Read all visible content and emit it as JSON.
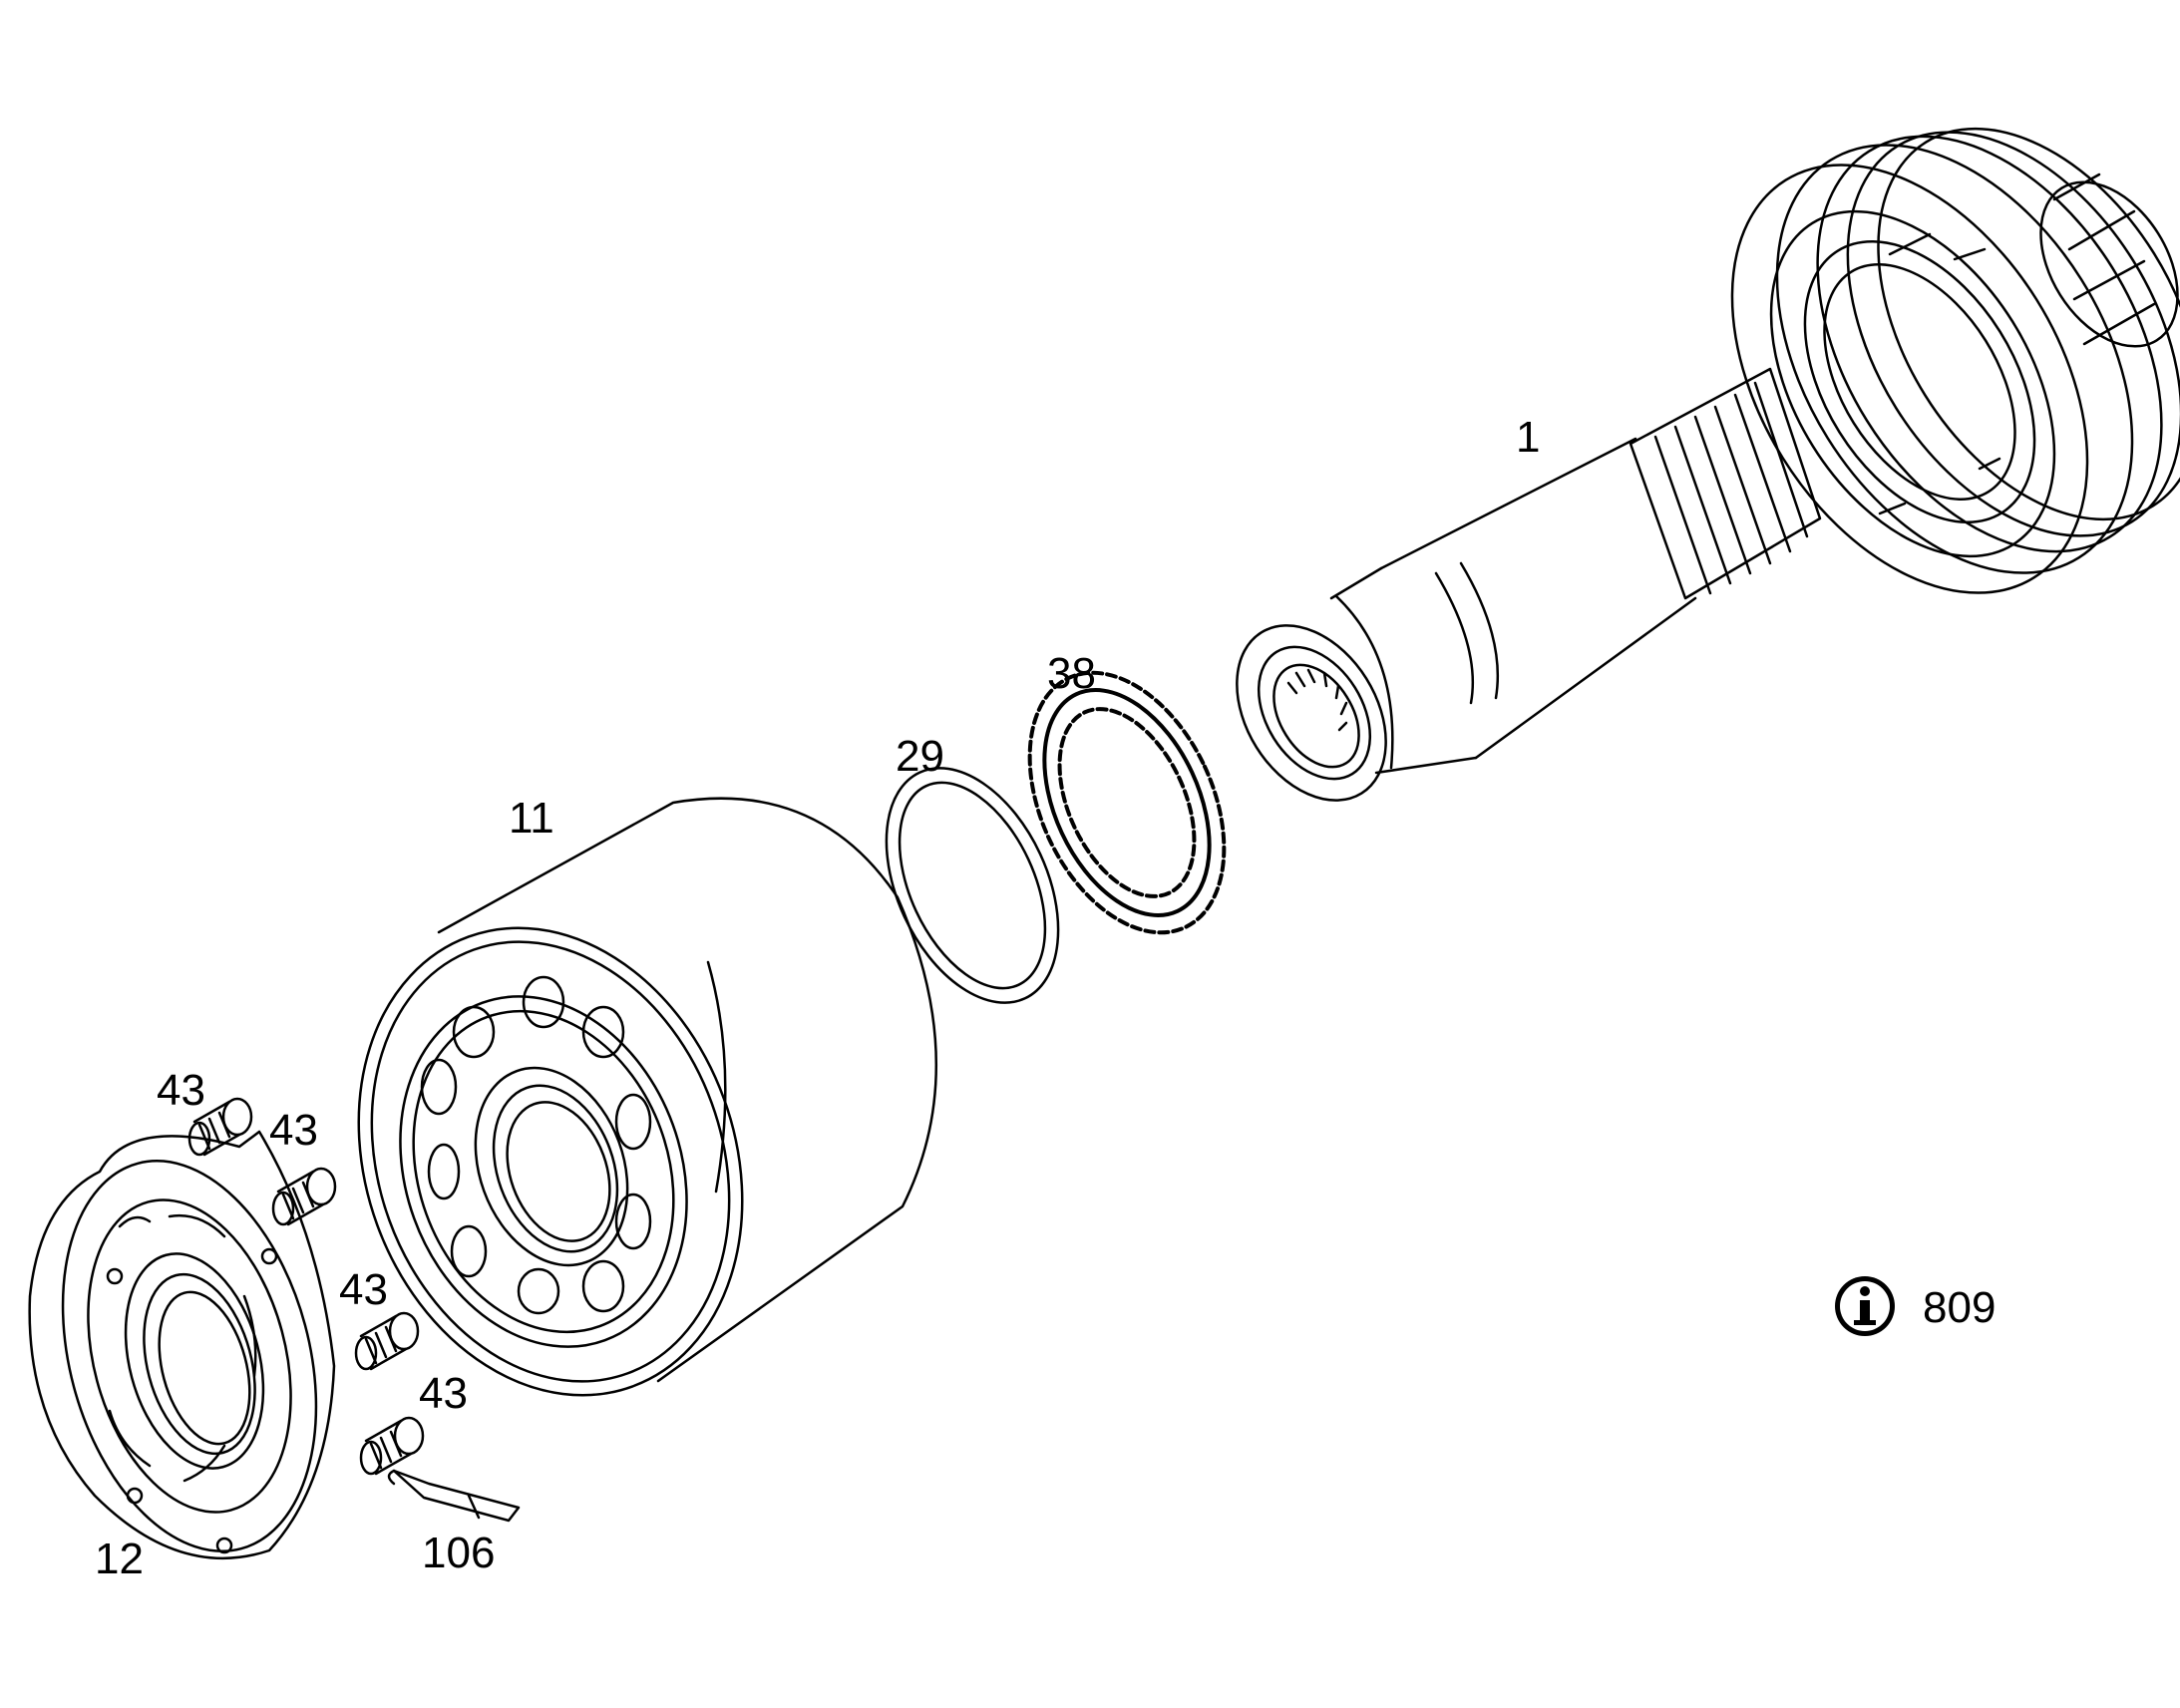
{
  "labels": {
    "shaft": "1",
    "cylinder_block": "11",
    "port_plate": "12",
    "o_ring": "29",
    "spring_ring": "38",
    "screw_a": "43",
    "screw_b": "43",
    "screw_c": "43",
    "screw_d": "43",
    "sealant": "106"
  },
  "info_ref": "809",
  "colors": {
    "line": "#000000",
    "background": "#ffffff"
  }
}
